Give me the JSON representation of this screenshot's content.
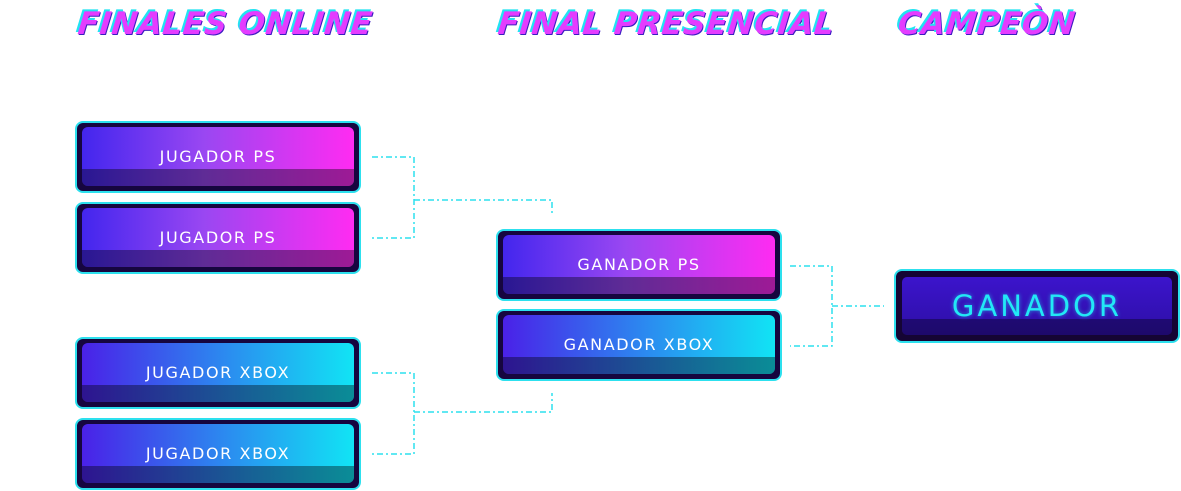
{
  "headers": {
    "online": "FINALES ONLINE",
    "presencial": "FINAL PRESENCIAL",
    "campeon": "CAMPEÒN"
  },
  "round1": [
    {
      "label": "JUGADOR PS",
      "platform": "ps"
    },
    {
      "label": "JUGADOR PS",
      "platform": "ps"
    },
    {
      "label": "JUGADOR XBOX",
      "platform": "xbox"
    },
    {
      "label": "JUGADOR XBOX",
      "platform": "xbox"
    }
  ],
  "round2": [
    {
      "label": "GANADOR PS",
      "platform": "ps"
    },
    {
      "label": "GANADOR XBOX",
      "platform": "xbox"
    }
  ],
  "champion": {
    "label": "GANADOR"
  },
  "colors": {
    "title_magenta": "#e43cff",
    "title_cyan": "#22e3f2",
    "ps_gradient_start": "#4326ee",
    "ps_gradient_end": "#ff2bf2",
    "xbox_gradient_start": "#4a21e8",
    "xbox_gradient_end": "#11e4f4",
    "border": "#2de0ee",
    "connector": "#2de0ee",
    "champion_text": "#22e8f6"
  }
}
